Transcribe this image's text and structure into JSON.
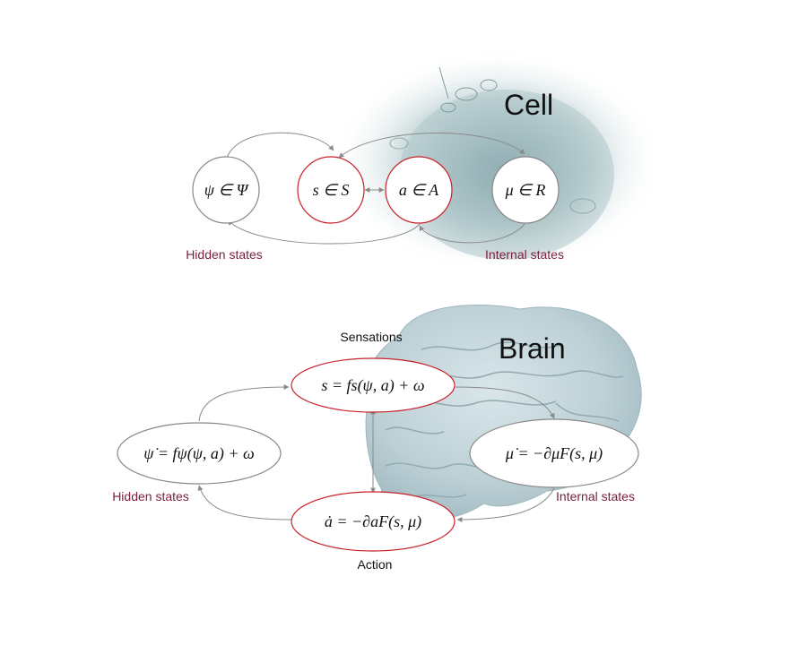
{
  "cell": {
    "title": "Cell",
    "nodes": [
      {
        "id": "hidden",
        "text": "ψ ∈ Ψ",
        "stroke": "#888888"
      },
      {
        "id": "sensory",
        "text": "s ∈ S",
        "stroke": "#c8202a"
      },
      {
        "id": "active",
        "text": "a ∈ A",
        "stroke": "#c8202a"
      },
      {
        "id": "internal",
        "text": "μ ∈ R",
        "stroke": "#888888"
      }
    ],
    "labels": {
      "hidden": "Hidden states",
      "internal": "Internal states"
    }
  },
  "brain": {
    "title": "Brain",
    "nodes": [
      {
        "id": "sensations",
        "text": "s = fs(ψ, a) + ω",
        "stroke": "#c8202a"
      },
      {
        "id": "hidden",
        "text": "ψ̇ = fψ(ψ, a) + ω",
        "stroke": "#888888"
      },
      {
        "id": "internal",
        "text": "μ̇ = −∂μF(s, μ)",
        "stroke": "#888888"
      },
      {
        "id": "action",
        "text": "ȧ = −∂aF(s, μ)",
        "stroke": "#c8202a"
      }
    ],
    "labels": {
      "sensations": "Sensations",
      "action": "Action",
      "hidden": "Hidden states",
      "internal": "Internal states"
    }
  },
  "colors": {
    "red": "#c8202a",
    "label": "#7a1f3a",
    "arrow": "#8a8a8a",
    "grey": "#888888"
  }
}
